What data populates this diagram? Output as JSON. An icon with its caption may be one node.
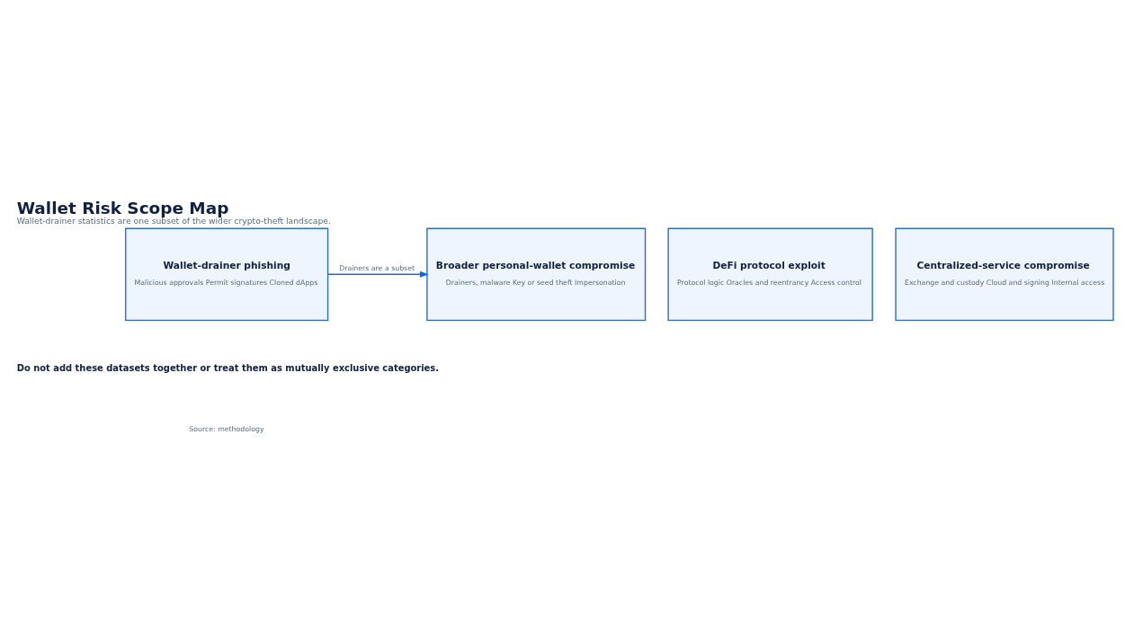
{
  "diagram": {
    "title": "Wallet Risk Scope Map",
    "caption": "Wallet-drainer statistics are one subset of the wider crypto-theft landscape.",
    "nodes": [
      {
        "text": [
          "Wallet-drainer phishing",
          "Malicious approvals Permit signatures Cloned dApps"
        ]
      },
      {
        "text": [
          "Broader personal-wallet compromise",
          "Drainers, malware Key or seed theft Impersonation"
        ]
      },
      {
        "text": [
          "DeFi protocol exploit",
          "Protocol logic Oracles and reentrancy Access control"
        ]
      },
      {
        "text": [
          "Centralized-service compromise",
          "Exchange and custody Cloud and signing Internal access"
        ]
      }
    ],
    "edges": [
      {
        "from": 0,
        "to": 1,
        "arrow": "to",
        "label": "Drainers are a subset"
      }
    ],
    "labels": [
      "Do not add these datasets together or treat them as mutually exclusive categories.",
      "Source: methodology"
    ]
  }
}
